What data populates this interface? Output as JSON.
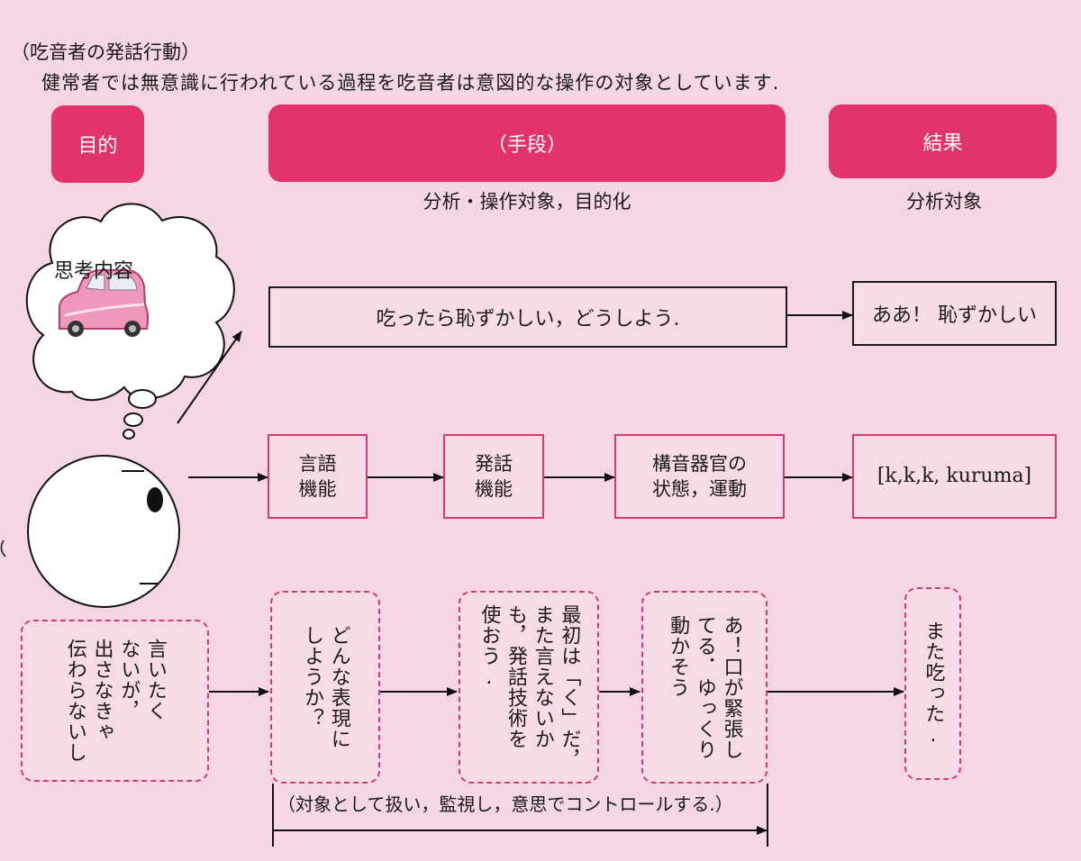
{
  "caption": "（吃音者の発話行動）",
  "intro": "健常者では無意識に行われている過程を吃音者は意図的な操作の対象としています.",
  "headers": {
    "purpose": "目的",
    "means": "（手段）",
    "means_sub": "分析・操作対象，目的化",
    "result": "結果",
    "result_sub": "分析対象"
  },
  "thought": {
    "label": "思考内容"
  },
  "row1": {
    "main": "吃ったら恥ずかしい，どうしよう.",
    "result": "ああ！ 恥ずかしい"
  },
  "row2": {
    "language": "言語\n機能",
    "speech": "発話\n機能",
    "articulation": "構音器官の\n状態，運動",
    "result": "[k,k,k, kuruma]"
  },
  "row3": {
    "purpose": "言いたく\nないが，\n出さなきゃ\n伝わらないし",
    "expression": "どんな表現に\nしようか？",
    "technique": "最初は「く」だ，\nまた言えないか\nも，発話技術を\n使おう.",
    "tension": "あ！口が緊張し\nてる．ゆっくり\n動かそう",
    "result": "また吃った."
  },
  "bracket_note": "（対象として扱い，監視し，意思でコントロールする.）",
  "colors": {
    "accent": "#e3336b",
    "box_border": "#d93a6e",
    "background": "#f4d6e4"
  },
  "icons": [
    "thought-cloud-icon",
    "car-icon",
    "person-face-icon"
  ]
}
